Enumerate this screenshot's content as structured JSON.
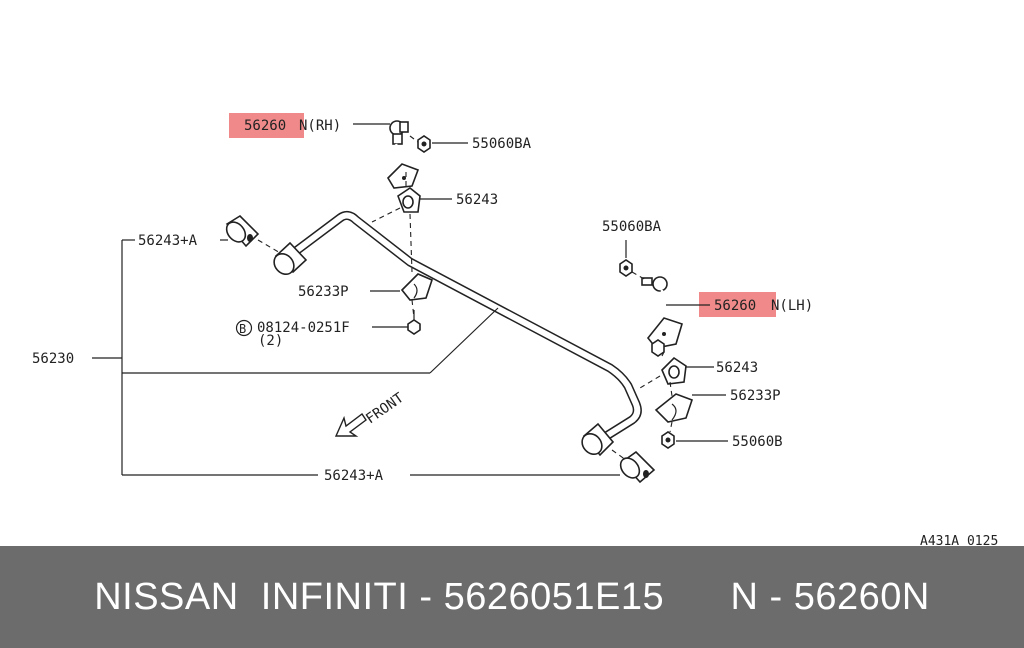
{
  "diagram": {
    "code": "A431A 0125",
    "highlight_color": "#f08a8a",
    "labels": {
      "link_rh_number": "56260",
      "link_rh_suffix": "N(RH)",
      "nut_top_rh": "55060BA",
      "bushing_top": "56243",
      "bush_a_upper": "56243+A",
      "clamp_left": "56233P",
      "bolt_circle": "B",
      "bolt": "08124-0251F",
      "bolt_qty": "(2)",
      "bar": "56230",
      "front": "FRONT",
      "nut_top_lh": "55060BA",
      "link_lh_number": "56260",
      "link_lh_suffix": "N(LH)",
      "bushing_right": "56243",
      "clamp_right": "56233P",
      "nut_bottom": "55060B",
      "bush_a_lower": "56243+A"
    }
  },
  "footer": {
    "title": "NISSAN  INFINITI - 5626051E15      N - 56260N",
    "background": "#6c6c6c"
  }
}
